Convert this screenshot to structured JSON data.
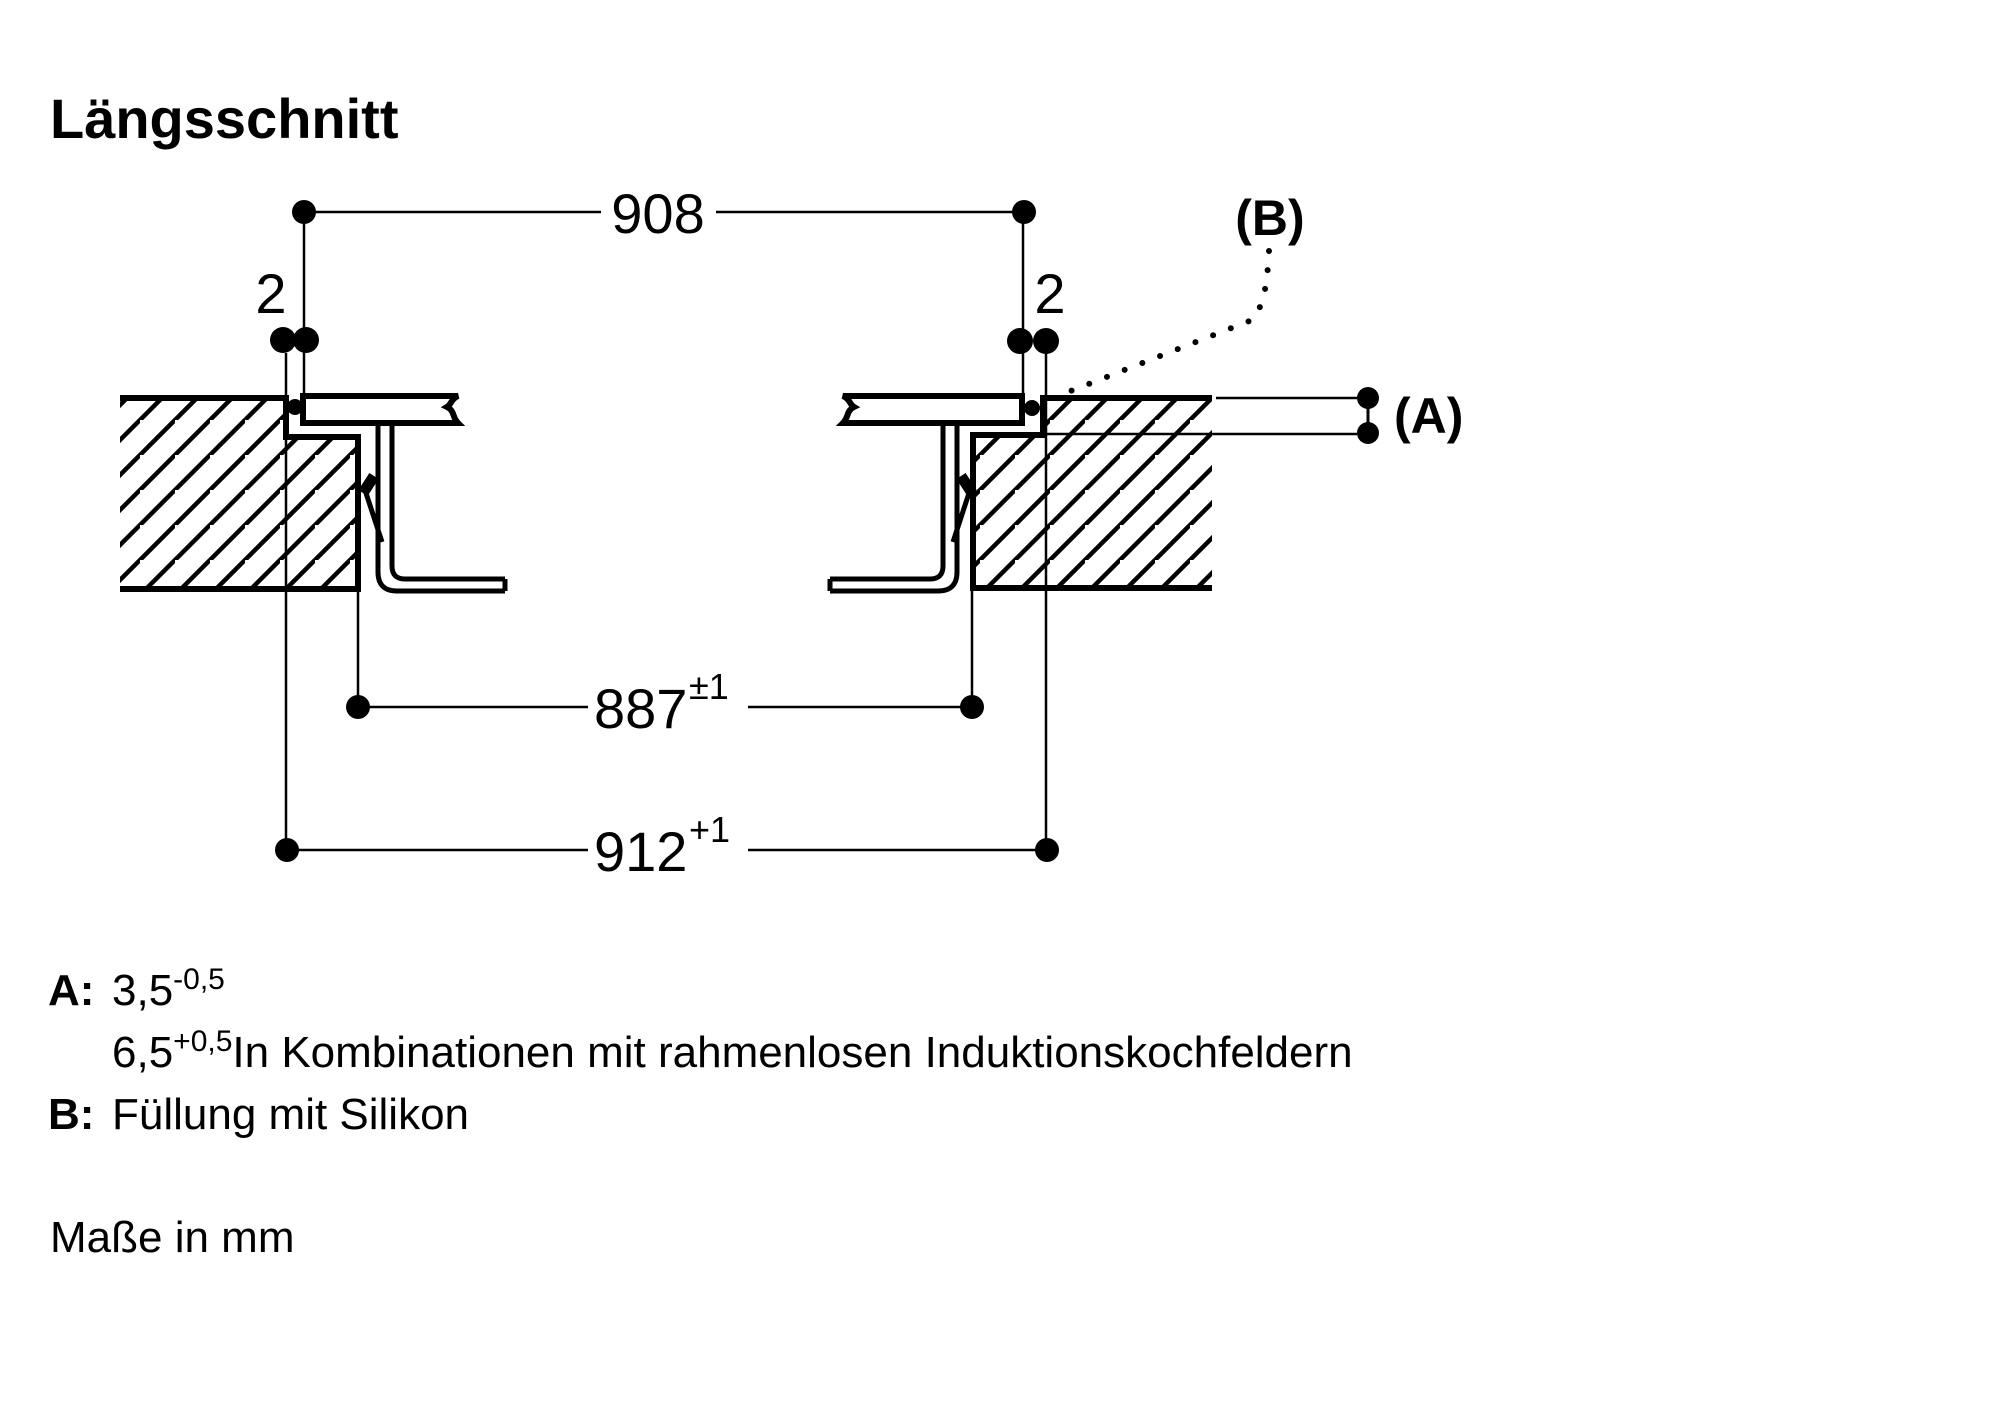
{
  "title": "Längsschnitt",
  "footer": "Maße in mm",
  "colors": {
    "ink": "#000000",
    "paper": "#ffffff"
  },
  "dims": {
    "d908": {
      "value": "908"
    },
    "gap_left": {
      "value": "2"
    },
    "gap_right": {
      "value": "2"
    },
    "d887": {
      "value": "887",
      "tol": "±1"
    },
    "d912": {
      "value": "912",
      "tol": "+1"
    },
    "ref_a": {
      "label": "(A)"
    },
    "ref_b": {
      "label": "(B)"
    }
  },
  "notes": {
    "a": {
      "key": "A:",
      "v1": "3,5",
      "t1": "-0,5",
      "v2": "6,5",
      "t2": "+0,5",
      "text2": "In Kombinationen mit rahmenlosen Induktionskochfeldern"
    },
    "b": {
      "key": "B:",
      "text": "Füllung mit Silikon"
    }
  }
}
